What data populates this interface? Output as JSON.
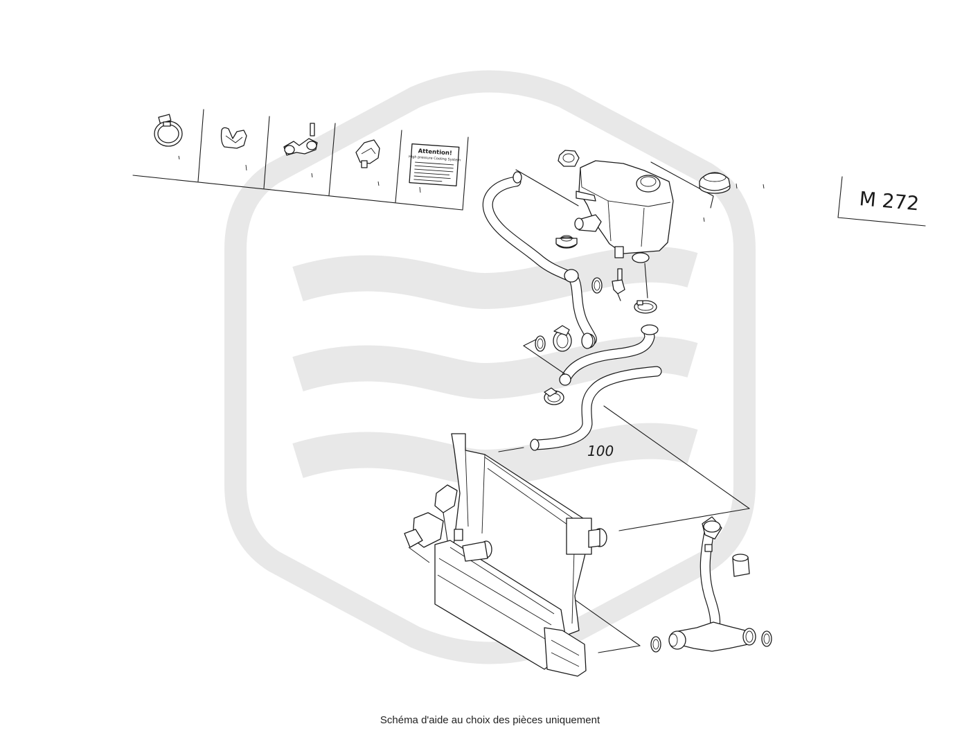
{
  "diagram": {
    "engine_code": "M 272",
    "reference_number": "100",
    "sticker": {
      "title": "Attention!",
      "subtitle": "High pressure Cooling System"
    }
  },
  "caption": "Schéma d'aide au choix des pièces uniquement",
  "colors": {
    "line": "#1a1a1a",
    "watermark": "#e8e8e8",
    "background": "#ffffff"
  }
}
